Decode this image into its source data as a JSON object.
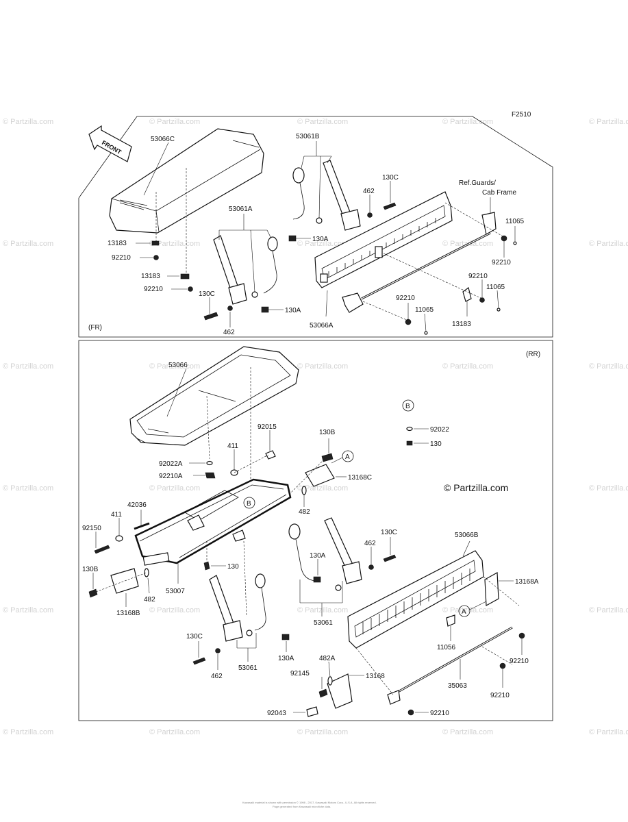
{
  "figure_code": "F2510",
  "front_label": "FRONT",
  "sections": {
    "front": "(FR)",
    "rear": "(RR)"
  },
  "watermark": "© Partzilla.com",
  "copyright_lines": [
    "Kawasaki material is shown with permission © 1998 - 2017, Kawasaki Motors Corp., U.S.A. All rights reserved.",
    "Page generated from Kawasaki microfiche data."
  ],
  "callouts": {
    "A": "A",
    "B": "B"
  },
  "front_parts": {
    "p53066C": "53066C",
    "p53061B": "53061B",
    "p53061A": "53061A",
    "p462a": "462",
    "p130Ca": "130C",
    "p130Aa": "130A",
    "p13183a": "13183",
    "p92210a": "92210",
    "p13183b": "13183",
    "p92210b": "92210",
    "p130Cb": "130C",
    "p462b": "462",
    "p130Ab": "130A",
    "p53066A": "53066A",
    "pRef1": "Ref.Guards/",
    "pRef2": "Cab Frame",
    "p11065a": "11065",
    "p92210c": "92210",
    "p92210d": "92210",
    "p11065b": "11065",
    "p92210e": "92210",
    "p11065c": "11065",
    "p13183c": "13183"
  },
  "rear_parts": {
    "p53066": "53066",
    "p92015": "92015",
    "p411a": "411",
    "p92022A": "92022A",
    "p92210A": "92210A",
    "p130Ba": "130B",
    "p13168C": "13168C",
    "p482a": "482",
    "p92022": "92022",
    "p130": "130",
    "p42036": "42036",
    "p411b": "411",
    "p92150": "92150",
    "p130Bb": "130B",
    "p13168B": "13168B",
    "p482b": "482",
    "p53007": "53007",
    "p130b": "130",
    "p130Aa": "130A",
    "p462a": "462",
    "p130Ca": "130C",
    "p53061a": "53061",
    "p53066B": "53066B",
    "p13168A": "13168A",
    "p11056": "11056",
    "p92210a": "92210",
    "p35063": "35063",
    "p92210b": "92210",
    "p130Cb": "130C",
    "p462b": "462",
    "p53061b": "53061",
    "p130Ab": "130A",
    "p482A": "482A",
    "p92145": "92145",
    "p13168": "13168",
    "p92043": "92043",
    "p92210c": "92210"
  }
}
